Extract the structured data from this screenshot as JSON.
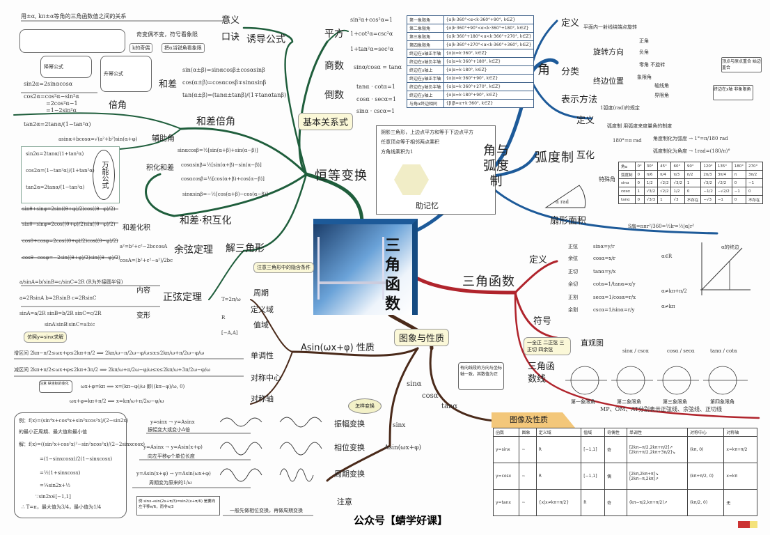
{
  "center": {
    "title": "三角函数"
  },
  "watermark": "公众号【蜻学好课】",
  "colors": {
    "identity_branch": "#1f5e3c",
    "angle_branch": "#1d5a99",
    "trig_branch": "#b0242c",
    "graph_branch": "#4a2a1a"
  },
  "identity": {
    "main": "恒等变换",
    "basic_note": "基本关系式",
    "square": {
      "label": "平方",
      "formulas": [
        "sin²α+cos²α=1",
        "1+cot²α=csc²α",
        "1+tan²α=sec²α"
      ]
    },
    "quotient": {
      "label": "商数",
      "formula": "sinα/cosα = tanα"
    },
    "reciprocal": {
      "label": "倒数",
      "formulas": [
        "tanα · cotα=1",
        "cosα · secα=1",
        "sinα · cscα=1"
      ]
    },
    "memory": {
      "text": [
        "阴影三角形，上边点平方和等于下边点平方",
        "任意顶点等于相邻两点乘积",
        "方角线乘积为1"
      ],
      "label": "助记忆"
    },
    "induction": {
      "main": "诱导公式",
      "meaning": "意义",
      "meaning_text": "用±α, kπ±α等角的三角函数值之间的关系",
      "mnemonic": "口诀",
      "mnemonic_text": "奇变偶不变，符号看象限",
      "tag1": "k的奇偶",
      "tag2": "把α当锐角看象限"
    },
    "sum_diff_double": {
      "main": "和差倍角",
      "sum_diff": {
        "label": "和差",
        "formulas": [
          "sin(α±β)=sinαcosβ±cosαsinβ",
          "cos(α±β)=cosαcosβ∓sinαsinβ",
          "tan(α±β)=(tanα±tanβ)/(1∓tanαtanβ)"
        ]
      },
      "double": {
        "label": "倍角",
        "formulas": [
          "sin2α=2sinαcosα",
          "cos2α=cos²α−sin²α",
          "=2cos²α−1",
          "=1−2sin²α",
          "tan2α=2tanα/(1−tan²α)"
        ]
      },
      "aux": {
        "label": "辅助角",
        "formula": "asinα+bcosα=√(a²+b²)sin(α+φ)"
      },
      "half_note": "降幂公式",
      "raise_note": "升幂公式"
    },
    "universal": {
      "label": "万能公式",
      "formulas": [
        "sin2α=2tanα/(1+tan²α)",
        "cos2α=(1−tan²α)/(1+tan²α)",
        "tan2α=2tanα/(1−tan²α)"
      ]
    },
    "product_sum": {
      "main": "和差·积互化",
      "to_sum": {
        "label": "积化和差",
        "formulas": [
          "sinαcosβ=½[sin(α+β)+sin(α−β)]",
          "cosαsinβ=½[sin(α+β)−sin(α−β)]",
          "cosαcosβ=½[cos(α+β)+cos(α−β)]",
          "sinαsinβ=−½[cos(α+β)−cos(α−β)]"
        ]
      },
      "to_product": {
        "label": "和差化积",
        "formulas": [
          "sinθ+sinφ=2sin((θ+φ)/2)cos((θ−φ)/2)",
          "sinθ−sinφ=2cos((θ+φ)/2)sin((θ−φ)/2)",
          "cosθ+cosφ=2cos((θ+φ)/2)cos((θ−φ)/2)",
          "cosθ−cosφ=−2sin((θ+φ)/2)sin((θ−φ)/2)"
        ]
      }
    },
    "triangle": {
      "main": "解三角形",
      "note": "注意三角形中的隐含条件",
      "cosine": {
        "label": "余弦定理",
        "formulas": [
          "a²=b²+c²−2bccosA",
          "cosA=(b²+c²−a²)/2bc"
        ]
      },
      "sine": {
        "label": "正弦定理",
        "content_label": "内容",
        "content": "a/sinA=b/sinB=c/sinC=2R (R为外接圆半径)",
        "variant_label": "变形",
        "variants": [
          "a=2RsinA  b=2RsinB  c=2RsinC",
          "sinA=a/2R  sinB=b/2R  sinC=c/2R",
          "sinA∶sinB∶sinC=a∶b∶c"
        ]
      }
    }
  },
  "angle": {
    "main": "角与弧度制",
    "angle_node": "角",
    "definition": {
      "label": "定义",
      "text": "平面内一射线绕端点旋转"
    },
    "classify": {
      "label": "分类",
      "rotation": "旋转方向",
      "rot_items": [
        "正角",
        "负角",
        "零角 不旋转"
      ],
      "terminal": "终边位置",
      "term_items": [
        "象限角",
        "轴线角",
        "界限角"
      ],
      "note1": "顶点与原点重合 始边重合",
      "note2": "终边在x轴 非象限角"
    },
    "representation": "表示方法",
    "quadrant_table": [
      [
        "第一象限角",
        "{α|k·360°<α<k·360°+90°, k∈Z}"
      ],
      [
        "第二象限角",
        "{α|k·360°+90°<α<k·360°+180°, k∈Z}"
      ],
      [
        "第三象限角",
        "{α|k·360°+180°<α<k·360°+270°, k∈Z}"
      ],
      [
        "第四象限角",
        "{α|k·360°+270°<α<k·360°+360°, k∈Z}"
      ],
      [
        "终边在x轴正半轴",
        "{α|α=k·360°, k∈Z}"
      ],
      [
        "终边在x轴负半轴",
        "{α|α=k·360°+180°, k∈Z}"
      ],
      [
        "终边在x轴上",
        "{α|α=k·180°, k∈Z}"
      ],
      [
        "终边在y轴正半轴",
        "{α|α=k·360°+90°, k∈Z}"
      ],
      [
        "终边在y轴负半轴",
        "{α|α=k·360°+270°, k∈Z}"
      ],
      [
        "终边在y轴上",
        "{α|α=k·180°+90°, k∈Z}"
      ],
      [
        "与角α终边相同",
        "{β|β=α+k·360°, k∈Z}"
      ]
    ],
    "radian": {
      "label": "弧度制",
      "def_label": "定义",
      "def1": "1弧度(rad)的规定",
      "def2": "弧度制 用弧度来度量角的制度",
      "convert_label": "互化",
      "convert": "180°=π rad",
      "conv1": "角度制化为弧度 → 1°=π/180 rad",
      "conv2": "弧度制化为角度 → 1rad=(180/π)°",
      "special_label": "特殊角"
    },
    "special_table": {
      "header": [
        "角α",
        "0°",
        "30°",
        "45°",
        "60°",
        "90°",
        "120°",
        "135°",
        "180°",
        "270°"
      ],
      "rows": [
        [
          "弧度制",
          "0",
          "π/6",
          "π/4",
          "π/3",
          "π/2",
          "2π/3",
          "3π/4",
          "π",
          "3π/2"
        ],
        [
          "sinα",
          "0",
          "1/2",
          "√2/2",
          "√3/2",
          "1",
          "√3/2",
          "√2/2",
          "0",
          "−1"
        ],
        [
          "cosα",
          "1",
          "√3/2",
          "√2/2",
          "1/2",
          "0",
          "−1/2",
          "−√2/2",
          "−1",
          "0"
        ],
        [
          "tanα",
          "0",
          "√3/3",
          "1",
          "√3",
          "不存在",
          "−√3",
          "−1",
          "0",
          "不存在"
        ]
      ]
    },
    "sector": {
      "label": "扇形面积",
      "formula": "S扇=nπr²/360=½lr=½|α|r²",
      "fig": "α rad"
    }
  },
  "trig": {
    "main": "三角函数",
    "definition": {
      "label": "定义",
      "items": [
        {
          "name": "正弦",
          "f": "sinα=y/r"
        },
        {
          "name": "余弦",
          "f": "cosα=x/r"
        },
        {
          "name": "正切",
          "f": "tanα=y/x"
        },
        {
          "name": "余切",
          "f": "cotα=1/tanα=x/y"
        },
        {
          "name": "正割",
          "f": "secα=1/cosα=r/x"
        },
        {
          "name": "余割",
          "f": "cscα=1/sinα=r/y"
        }
      ],
      "cond1": "α∈R",
      "cond2": "α≠kπ+π/2",
      "cond3": "α≠kπ",
      "fig_label": "α的终边"
    },
    "sign": {
      "label": "符号",
      "chart": "直观图",
      "note": "一全正 二正弦 三正切 四余弦",
      "charts": [
        "sinα / cscα",
        "cosα / secα",
        "tanα / cotα"
      ]
    },
    "lines": {
      "label": "三角函数线",
      "quads": [
        "第一象限角",
        "第二象限角",
        "第三象限角",
        "第四象限角"
      ],
      "caption": "MP、OM、AT分别表示正弦线、余弦线、正切线",
      "note": "有向线段的方向与坐标轴一致，其数值为正"
    }
  },
  "graph": {
    "main": "图象与性质",
    "funcs": [
      "sinα",
      "cosα",
      "tanα"
    ],
    "props": {
      "label": "Asin(ωx+φ) 性质",
      "period": "周期",
      "period_v": "T=2π/ω",
      "domain": "定义域",
      "domain_v": "R",
      "range": "值域",
      "range_v": "[−A,A]",
      "mono": "单调性",
      "center": "对称中心",
      "axis": "对称轴",
      "tip": "仿照y=sinx求解",
      "inc": "增区间 2kπ−π/2≤ωx+φ≤2kπ+π/2 ⟹ 2kπ/ω−π/2ω−φ/ω≤x≤2kπ/ω+π/2ω−φ/ω",
      "dec": "减区间 2kπ+π/2≤ωx+φ≤2kπ+3π/2 ⟹ 2kπ/ω+π/2ω−φ/ω≤x≤2kπ/ω+3π/2ω−φ/ω",
      "center_f": "ωx+φ=kπ ⟹ x=(kπ−φ)/ω 即((kπ−φ)/ω, 0)",
      "axis_f": "ωx+φ=kπ+π/2 ⟹ x=kπ/ω+π/2ω−φ/ω",
      "center_note": "注意 纵坐标的变化"
    },
    "transform": {
      "thought": "怎样变换",
      "from": "sinx",
      "to": "Asin(ωx+φ)",
      "amp": {
        "label": "振幅变换",
        "rule": "y=sinx → y=Asinx",
        "desc": "振幅变大或变小A倍"
      },
      "phase": {
        "label": "相位变换",
        "rule": "y=Asinx → y=Asin(x+φ)",
        "desc": "向左平移φ个单位长度"
      },
      "period": {
        "label": "周期变换",
        "rule": "y=Asin(x+φ) → y=Asin(ωx+φ)",
        "desc": "周期变为原来的1/ω"
      },
      "caution": {
        "label": "注意",
        "text": "一般先做相位变换，再做周期变换",
        "box": "例 sinx→sin(2x+π/3)=sin2(x+π/6) 是要向左平移π/6，而非π/3"
      }
    },
    "example": [
      "例：f(x)=(sin⁴x+cos⁴x+sin²xcos²x)/(2−sin2x)",
      "的最小正周期、最大值和最小值",
      "解：f(x)=((sin²x+cos²x)²−sin²xcos²x)/(2−2sinxcosx)",
      "=(1−sinxcosx)/2(1−sinxcosx)",
      "=½(1+sinxcosx)",
      "=¼sin2x+½",
      "∵sin2x∈[−1,1]",
      "∴ T=π，最大值为3/4，最小值为1/4"
    ],
    "table": {
      "banner": "图像及性质",
      "header": [
        "函数",
        "图象",
        "定义域",
        "值域",
        "奇偶性",
        "单调性",
        "对称中心",
        "对称轴"
      ],
      "rows": [
        [
          "y=sinx",
          "~",
          "R",
          "[−1,1]",
          "奇",
          "[2kπ−π/2,2kπ+π/2]↗ [2kπ+π/2,2kπ+3π/2]↘",
          "(kπ, 0)",
          "x=kπ+π/2"
        ],
        [
          "y=cosx",
          "~",
          "R",
          "[−1,1]",
          "偶",
          "[2kπ,2kπ+π]↘ [2kπ−π,2kπ]↗",
          "(kπ+π/2, 0)",
          "x=kπ"
        ],
        [
          "y=tanx",
          "~",
          "{x|x≠kπ+π/2}",
          "R",
          "奇",
          "(kπ−π/2,kπ+π/2)↗",
          "(kπ/2, 0)",
          "无"
        ]
      ]
    }
  }
}
